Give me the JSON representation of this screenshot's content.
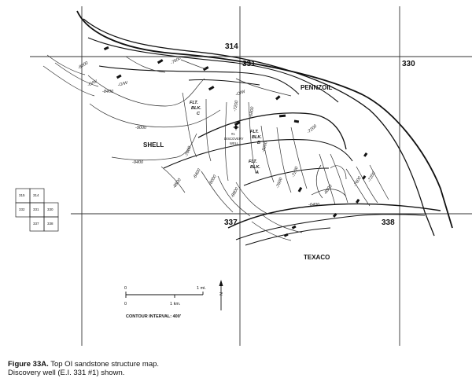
{
  "map": {
    "block_numbers": {
      "b314": "314",
      "b331": "331",
      "b330": "330",
      "b337": "337",
      "b338": "338"
    },
    "companies": {
      "pennzoil": "PENNZOIL",
      "shell": "SHELL",
      "texaco": "TEXACO"
    },
    "fault_blocks": {
      "c": [
        "FLT.",
        "BLK.",
        "C"
      ],
      "b": [
        "FLT.",
        "BLK.",
        "B"
      ],
      "a": [
        "FLT.",
        "BLK.",
        "A"
      ]
    },
    "well_label": [
      "#1",
      "DISCOVERY",
      "WELL"
    ],
    "contour_labels": {
      "c1": "-9000",
      "c2": "-8400",
      "c3": "-9400",
      "c4": "-8800",
      "c5": "-8400",
      "c6": "-8000",
      "c7": "-7600",
      "c8": "-7200",
      "c9": "-6800",
      "c10": "-8800",
      "c11": "-8000",
      "c12": "-7600",
      "c13": "-7200",
      "c14": "-6800",
      "c15": "-6400",
      "c16": "-7600",
      "c17": "-7200",
      "c18": "-8000",
      "c19": "-7600",
      "c20": "-O/W",
      "c21": "-O/W",
      "c22": "-O/W",
      "c23": "-7200"
    },
    "index_map": {
      "cells": [
        "315",
        "314",
        "332",
        "331",
        "330",
        "337",
        "338"
      ]
    },
    "scale": {
      "mile_zero": "0",
      "mile_label": "1 mi.",
      "km_zero": "0",
      "km_label": "1 km.",
      "contour_interval": "CONTOUR INTERVAL: 400'"
    },
    "north_arrow_label": "N"
  },
  "caption": {
    "figure_label": "Figure 33A.",
    "title_text": "Top OI sandstone structure map.",
    "line2": "Discovery well (E.I. 331 #1) shown."
  }
}
